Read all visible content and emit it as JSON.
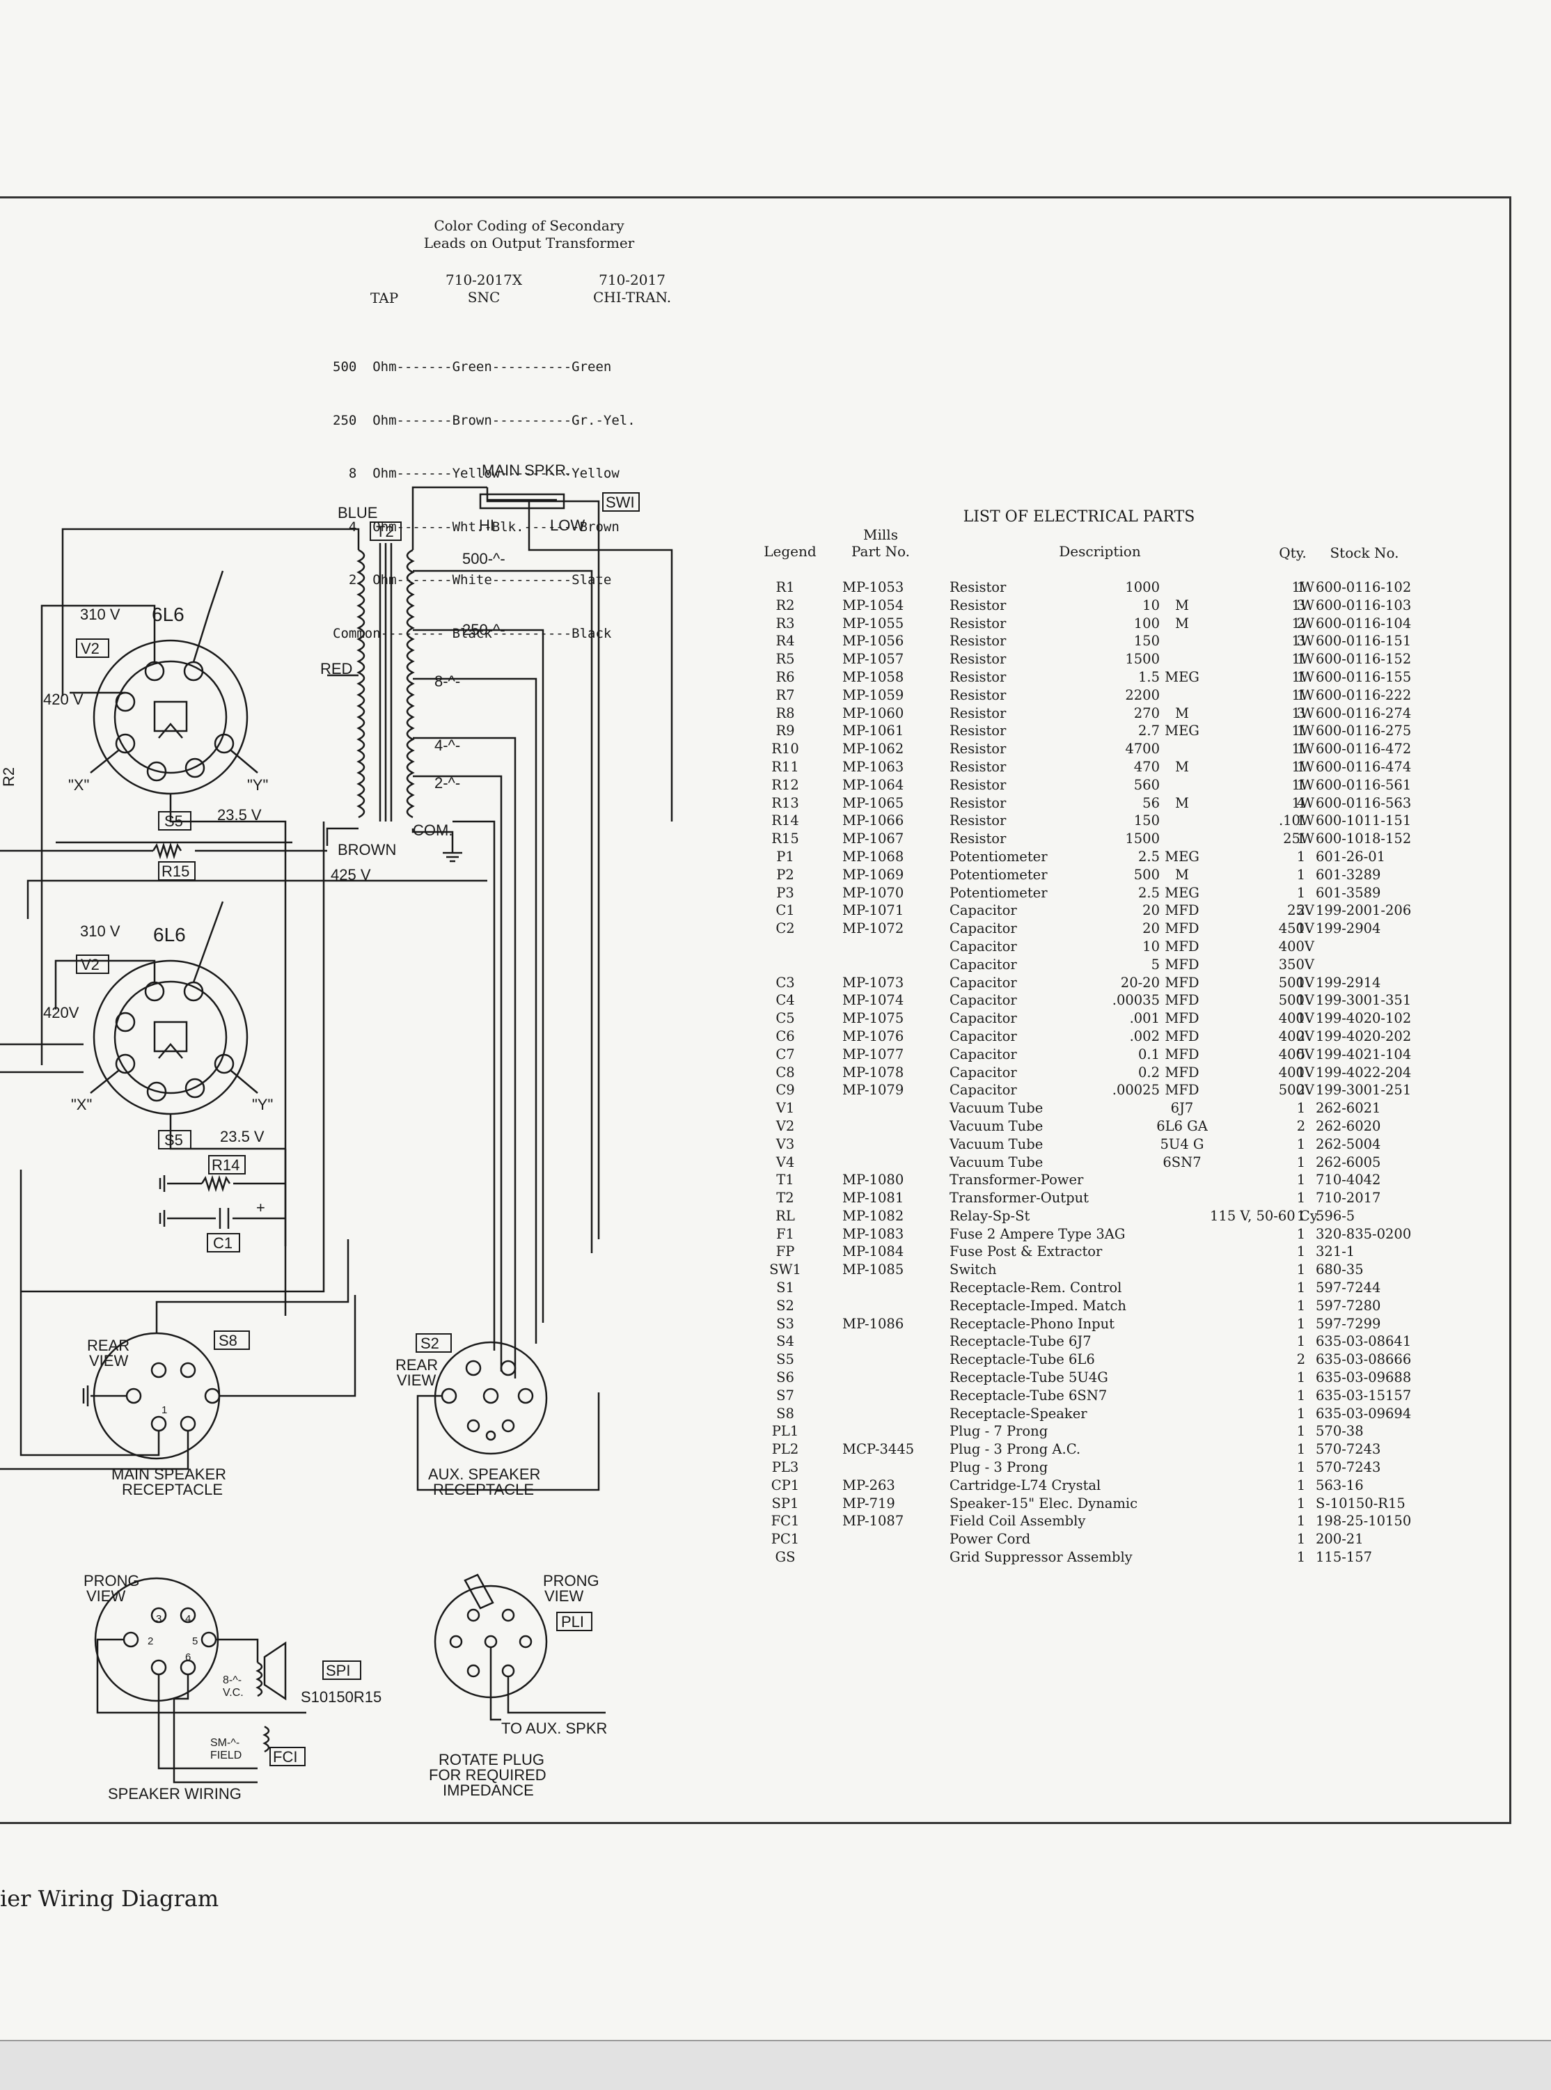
{
  "color_coding": {
    "title_lines": [
      "Color Coding of Secondary",
      "Leads on Output Transformer"
    ],
    "col_tap": "TAP",
    "col_snc": [
      "710-2017X",
      "SNC"
    ],
    "col_chi": [
      "710-2017",
      "CHI-TRAN."
    ],
    "rows": [
      "500  Ohm-------Green----------Green",
      "250  Ohm-------Brown----------Gr.-Yel.",
      "  8  Ohm-------Yellow---------Yellow",
      "  4  Ohm-------Wht.-Blk.-------Brown",
      "  2  Ohm-------White----------Slate",
      "Common-------- Black----------Black"
    ]
  },
  "schematic": {
    "main_spkr": "MAIN SPKR.",
    "sw1": "SWI",
    "hi": "HI",
    "low": "LOW",
    "blue": "BLUE",
    "t2": "T2",
    "red": "RED",
    "brown": "BROWN",
    "v425": "425 V",
    "tap500": "500-^-",
    "tap250": "250-^-",
    "tap8": "8-^-",
    "tap4": "4-^-",
    "tap2": "2-^-",
    "com": "COM.",
    "v310a": "310 V",
    "tube1": "6L6",
    "v2a": "V2",
    "v420a": "420 V",
    "v235a": "23.5 V",
    "s5a": "S5",
    "x": "\"X\"",
    "y": "\"Y\"",
    "r2": "R2",
    "r15": "R15",
    "v310b": "310 V",
    "tube2": "6L6",
    "v2b": "V2",
    "v420b": "420V",
    "v235b": "23.5 V",
    "s5b": "S5",
    "r14": "R14",
    "c1": "C1",
    "plus": "+",
    "rear_view": [
      "REAR",
      "VIEW"
    ],
    "s8": "S8",
    "main_recept": [
      "MAIN SPEAKER",
      "RECEPTACLE"
    ],
    "s2": "S2",
    "aux_recept": [
      "AUX. SPEAKER",
      "RECEPTACLE"
    ],
    "prong_view": [
      "PRONG",
      "VIEW"
    ],
    "sp1": "SPI",
    "sp1_no": "S10150R15",
    "vc": [
      "8-^-",
      "V.C."
    ],
    "field": [
      "SM-^-",
      "FIELD"
    ],
    "fc1": "FCI",
    "speaker_wiring": "SPEAKER WIRING",
    "pl1": "PLI",
    "to_aux": "TO AUX. SPKR",
    "rotate": [
      "ROTATE PLUG",
      "FOR REQUIRED",
      "IMPEDANCE"
    ],
    "pin_labels": [
      "3",
      "4",
      "2",
      "5",
      "1",
      "6"
    ]
  },
  "parts_list": {
    "title": "LIST OF ELECTRICAL PARTS",
    "headers": {
      "legend": "Legend",
      "mills": [
        "Mills",
        "Part No."
      ],
      "description": "Description",
      "qty": "Qty.",
      "stock": "Stock No."
    },
    "rows": [
      [
        "R1",
        "MP-1053",
        "Resistor",
        "1000",
        "",
        "1W",
        "1",
        "600-0116-102"
      ],
      [
        "R2",
        "MP-1054",
        "Resistor",
        "10",
        "M",
        "1W",
        "3",
        "600-0116-103"
      ],
      [
        "R3",
        "MP-1055",
        "Resistor",
        "100",
        "M",
        "1W",
        "2",
        "600-0116-104"
      ],
      [
        "R4",
        "MP-1056",
        "Resistor",
        "150",
        "",
        "1W",
        "3",
        "600-0116-151"
      ],
      [
        "R5",
        "MP-1057",
        "Resistor",
        "1500",
        "",
        "1W",
        "1",
        "600-0116-152"
      ],
      [
        "R6",
        "MP-1058",
        "Resistor",
        "1.5",
        "MEG",
        "1W",
        "1",
        "600-0116-155"
      ],
      [
        "R7",
        "MP-1059",
        "Resistor",
        "2200",
        "",
        "1W",
        "1",
        "600-0116-222"
      ],
      [
        "R8",
        "MP-1060",
        "Resistor",
        "270",
        "M",
        "1W",
        "3",
        "600-0116-274"
      ],
      [
        "R9",
        "MP-1061",
        "Resistor",
        "2.7",
        "MEG",
        "1W",
        "1",
        "600-0116-275"
      ],
      [
        "R10",
        "MP-1062",
        "Resistor",
        "4700",
        "",
        "1W",
        "1",
        "600-0116-472"
      ],
      [
        "R11",
        "MP-1063",
        "Resistor",
        "470",
        "M",
        "1W",
        "1",
        "600-0116-474"
      ],
      [
        "R12",
        "MP-1064",
        "Resistor",
        "560",
        "",
        "1W",
        "1",
        "600-0116-561"
      ],
      [
        "R13",
        "MP-1065",
        "Resistor",
        "56",
        "M",
        "1W",
        "4",
        "600-0116-563"
      ],
      [
        "R14",
        "MP-1066",
        "Resistor",
        "150",
        "",
        ".10W",
        "1",
        "600-1011-151"
      ],
      [
        "R15",
        "MP-1067",
        "Resistor",
        "1500",
        "",
        "25W",
        "1",
        "600-1018-152"
      ],
      [
        "P1",
        "MP-1068",
        "Potentiometer",
        "2.5",
        "MEG",
        "",
        "1",
        "601-26-01"
      ],
      [
        "P2",
        "MP-1069",
        "Potentiometer",
        "500",
        "M",
        "",
        "1",
        "601-3289"
      ],
      [
        "P3",
        "MP-1070",
        "Potentiometer",
        "2.5",
        "MEG",
        "",
        "1",
        "601-3589"
      ],
      [
        "C1",
        "MP-1071",
        "Capacitor",
        "20",
        "MFD",
        "25V",
        "2",
        "199-2001-206"
      ],
      [
        "C2",
        "MP-1072",
        "Capacitor",
        "20",
        "MFD",
        "450V",
        "1",
        "199-2904"
      ],
      [
        "",
        "",
        "Capacitor",
        "10",
        "MFD",
        "400V",
        "",
        ""
      ],
      [
        "",
        "",
        "Capacitor",
        "5",
        "MFD",
        "350V",
        "",
        ""
      ],
      [
        "C3",
        "MP-1073",
        "Capacitor",
        "20-20",
        "MFD",
        "500V",
        "1",
        "199-2914"
      ],
      [
        "C4",
        "MP-1074",
        "Capacitor",
        ".00035",
        "MFD",
        "500V",
        "1",
        "199-3001-351"
      ],
      [
        "C5",
        "MP-1075",
        "Capacitor",
        ".001",
        "MFD",
        "400V",
        "1",
        "199-4020-102"
      ],
      [
        "C6",
        "MP-1076",
        "Capacitor",
        ".002",
        "MFD",
        "400V",
        "2",
        "199-4020-202"
      ],
      [
        "C7",
        "MP-1077",
        "Capacitor",
        "0.1",
        "MFD",
        "400V",
        "5",
        "199-4021-104"
      ],
      [
        "C8",
        "MP-1078",
        "Capacitor",
        "0.2",
        "MFD",
        "400V",
        "1",
        "199-4022-204"
      ],
      [
        "C9",
        "MP-1079",
        "Capacitor",
        ".00025",
        "MFD",
        "500V",
        "2",
        "199-3001-251"
      ],
      [
        "V1",
        "",
        "Vacuum Tube",
        "",
        "6J7",
        "",
        "1",
        "262-6021"
      ],
      [
        "V2",
        "",
        "Vacuum Tube",
        "",
        "6L6 GA",
        "",
        "2",
        "262-6020"
      ],
      [
        "V3",
        "",
        "Vacuum Tube",
        "",
        "5U4 G",
        "",
        "1",
        "262-5004"
      ],
      [
        "V4",
        "",
        "Vacuum Tube",
        "",
        "6SN7",
        "",
        "1",
        "262-6005"
      ],
      [
        "T1",
        "MP-1080",
        "Transformer-Power",
        "",
        "",
        "",
        "1",
        "710-4042"
      ],
      [
        "T2",
        "MP-1081",
        "Transformer-Output",
        "",
        "",
        "",
        "1",
        "710-2017"
      ],
      [
        "RL",
        "MP-1082",
        "Relay-Sp-St",
        "",
        "",
        "115 V, 50-60 Cy.",
        "1",
        "596-5"
      ],
      [
        "F1",
        "MP-1083",
        "Fuse  2 Ampere  Type 3AG",
        "",
        "",
        "",
        "1",
        "320-835-0200"
      ],
      [
        "FP",
        "MP-1084",
        "Fuse Post & Extractor",
        "",
        "",
        "",
        "1",
        "321-1"
      ],
      [
        "SW1",
        "MP-1085",
        "Switch",
        "",
        "",
        "",
        "1",
        "680-35"
      ],
      [
        "S1",
        "",
        "Receptacle-Rem. Control",
        "",
        "",
        "",
        "1",
        "597-7244"
      ],
      [
        "S2",
        "",
        "Receptacle-Imped. Match",
        "",
        "",
        "",
        "1",
        "597-7280"
      ],
      [
        "S3",
        "MP-1086",
        "Receptacle-Phono Input",
        "",
        "",
        "",
        "1",
        "597-7299"
      ],
      [
        "S4",
        "",
        "Receptacle-Tube 6J7",
        "",
        "",
        "",
        "1",
        "635-03-08641"
      ],
      [
        "S5",
        "",
        "Receptacle-Tube 6L6",
        "",
        "",
        "",
        "2",
        "635-03-08666"
      ],
      [
        "S6",
        "",
        "Receptacle-Tube 5U4G",
        "",
        "",
        "",
        "1",
        "635-03-09688"
      ],
      [
        "S7",
        "",
        "Receptacle-Tube 6SN7",
        "",
        "",
        "",
        "1",
        "635-03-15157"
      ],
      [
        "S8",
        "",
        "Receptacle-Speaker",
        "",
        "",
        "",
        "1",
        "635-03-09694"
      ],
      [
        "PL1",
        "",
        "Plug - 7 Prong",
        "",
        "",
        "",
        "1",
        "570-38"
      ],
      [
        "PL2",
        "MCP-3445",
        "Plug - 3 Prong A.C.",
        "",
        "",
        "",
        "1",
        "570-7243"
      ],
      [
        "PL3",
        "",
        "Plug - 3 Prong",
        "",
        "",
        "",
        "1",
        "570-7243"
      ],
      [
        "CP1",
        "MP-263",
        "Cartridge-L74 Crystal",
        "",
        "",
        "",
        "1",
        "563-16"
      ],
      [
        "SP1",
        "MP-719",
        "Speaker-15\" Elec. Dynamic",
        "",
        "",
        "",
        "1",
        "S-10150-R15"
      ],
      [
        "FC1",
        "MP-1087",
        "Field Coil Assembly",
        "",
        "",
        "",
        "1",
        "198-25-10150"
      ],
      [
        "PC1",
        "",
        "Power Cord",
        "",
        "",
        "",
        "1",
        "200-21"
      ],
      [
        "GS",
        "",
        "Grid Suppressor Assembly",
        "",
        "",
        "",
        "1",
        "115-157"
      ]
    ]
  },
  "footer": {
    "title": "ier Wiring Diagram"
  }
}
